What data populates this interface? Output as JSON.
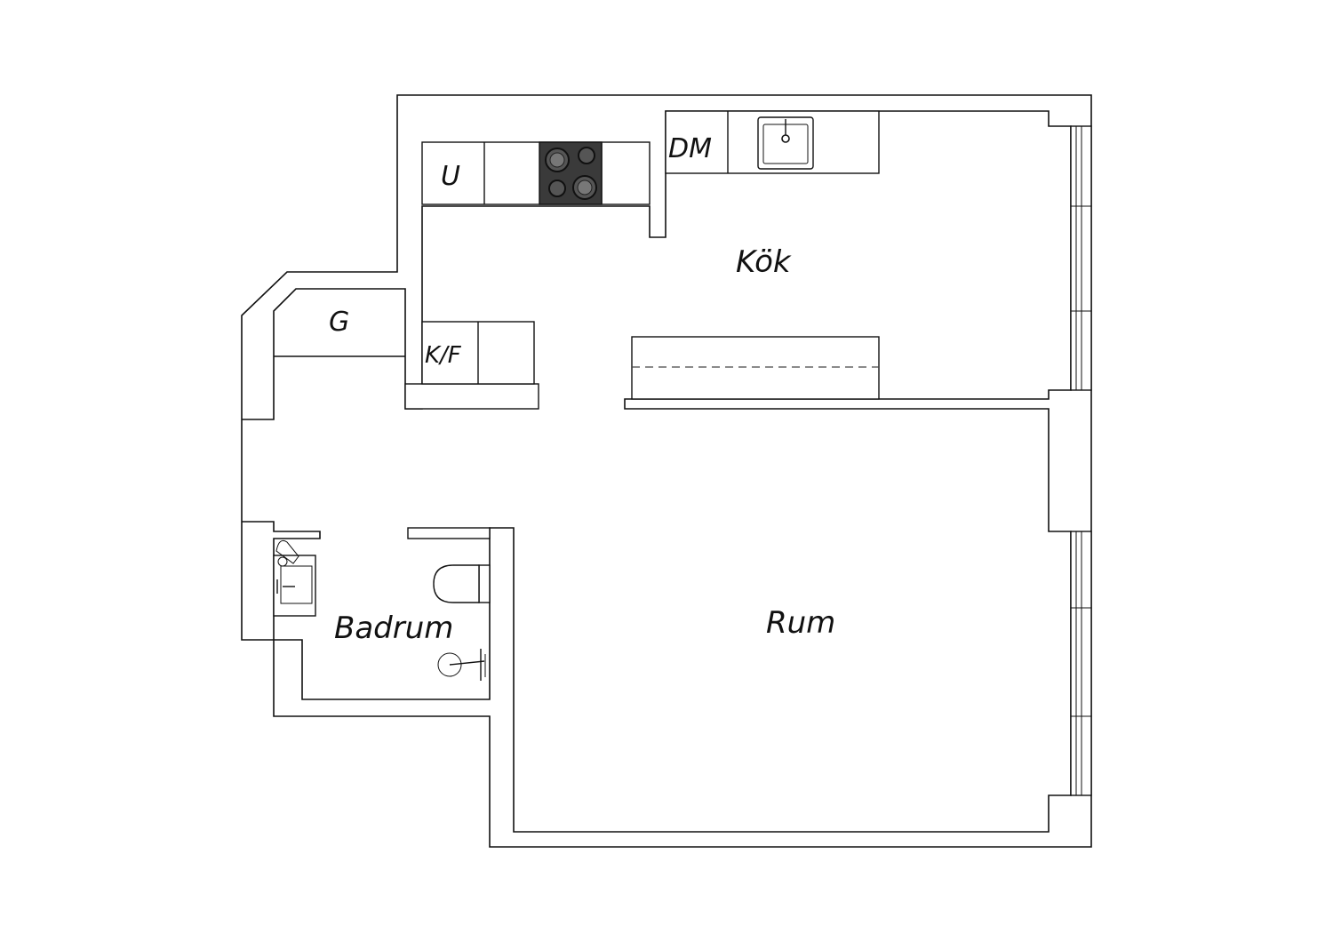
{
  "rooms": {
    "kitchen": "Kök",
    "room": "Rum",
    "bathroom": "Badrum"
  },
  "fixtures": {
    "oven": "U",
    "dishwasher": "DM",
    "wardrobe": "G",
    "fridge_freezer": "K/F"
  },
  "colors": {
    "line": "#111111",
    "stove_top": "#3a3a3a",
    "background": "#ffffff"
  }
}
